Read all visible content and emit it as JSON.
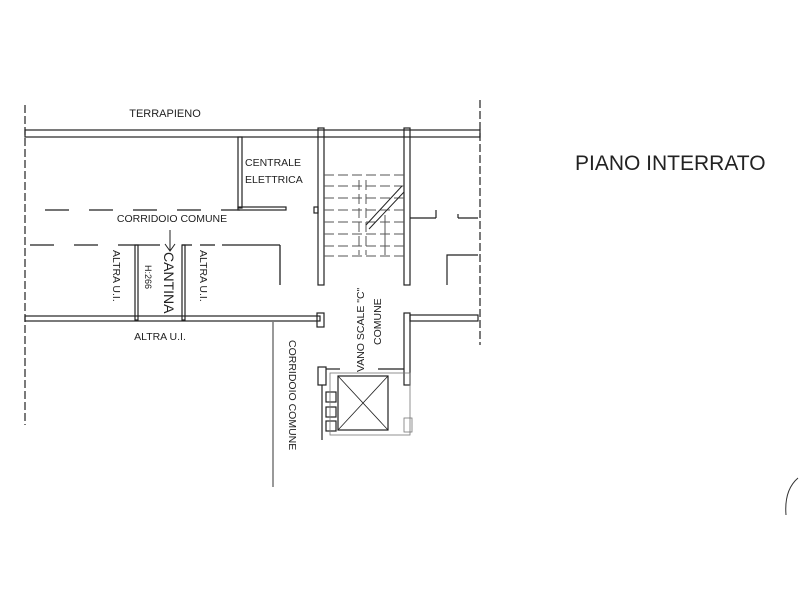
{
  "plan": {
    "title": "PIANO INTERRATO",
    "labels": {
      "terrapieno": "TERRAPIENO",
      "centrale_line1": "CENTRALE",
      "centrale_line2": "ELETTRICA",
      "corridoio_top": "CORRIDOIO COMUNE",
      "altra_left": "ALTRA U.I.",
      "cantina": "CANTINA",
      "cantina_height": "H:266",
      "altra_right": "ALTRA U.I.",
      "altra_bottom": "ALTRA U.I.",
      "corridoio_vertical": "CORRIDOIO COMUNE",
      "vano_line1": "VANO SCALE \"C\"",
      "vano_line2": "COMUNE"
    }
  }
}
